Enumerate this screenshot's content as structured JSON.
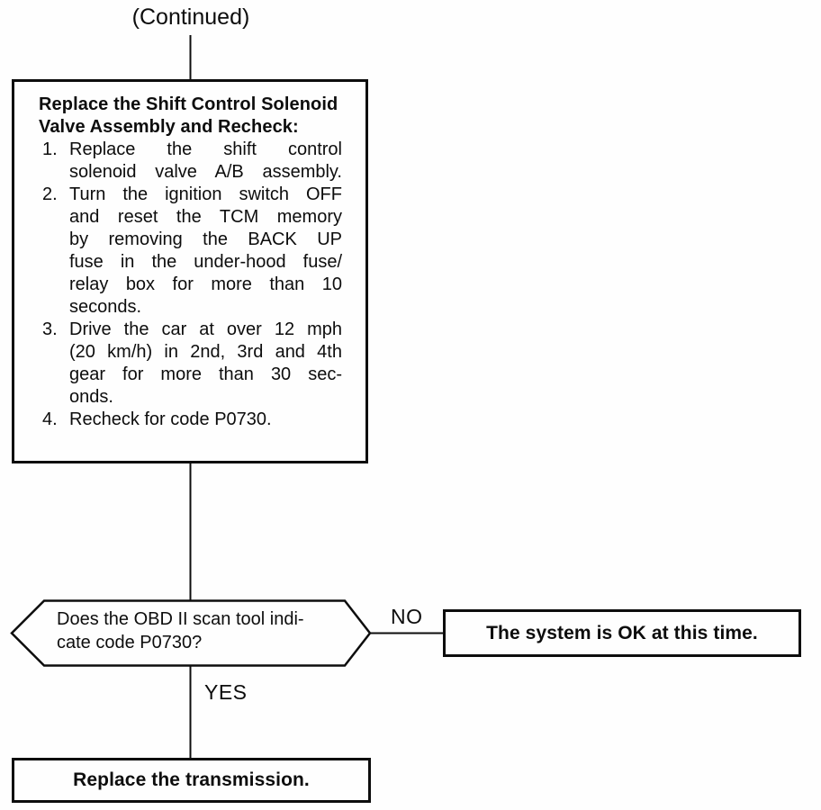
{
  "colors": {
    "ink": "#0d0d0d",
    "paper": "#fefefe"
  },
  "flowchart": {
    "continued_label": "(Continued)",
    "action_box": {
      "title_lines": [
        "Replace the Shift Control Solenoid",
        "Valve Assembly and Recheck:"
      ],
      "steps": [
        {
          "num": "1.",
          "lines": [
            "Replace the shift control",
            "solenoid valve A/B assembly."
          ]
        },
        {
          "num": "2.",
          "lines": [
            "Turn the ignition switch OFF",
            "and reset the TCM memory",
            "by removing the BACK UP",
            "fuse in the under-hood fuse/",
            "relay box for more than 10",
            "seconds."
          ]
        },
        {
          "num": "3.",
          "lines": [
            "Drive the car at over 12 mph",
            "(20 km/h) in 2nd, 3rd and 4th",
            "gear for more than 30 sec-",
            "onds."
          ]
        },
        {
          "num": "4.",
          "lines": [
            "Recheck for code P0730."
          ]
        }
      ]
    },
    "decision": {
      "lines": [
        "Does the OBD II scan tool indi-",
        "cate code P0730?"
      ]
    },
    "labels": {
      "no": "NO",
      "yes": "YES"
    },
    "ok_box": {
      "text": "The system is OK at this time."
    },
    "replace_box": {
      "text": "Replace the transmission."
    }
  }
}
